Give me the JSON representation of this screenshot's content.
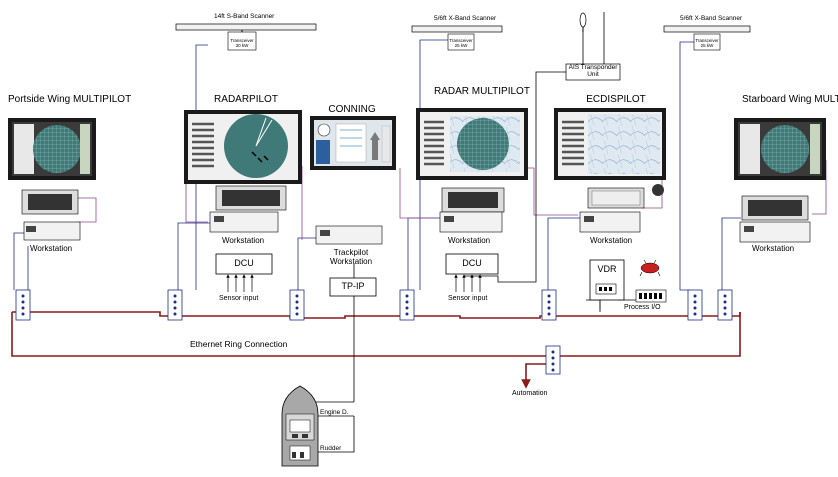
{
  "stations": [
    {
      "title": "Portside Wing MULTIPILOT",
      "workstation": "Workstation"
    },
    {
      "title": "RADARPILOT",
      "workstation": "Workstation"
    },
    {
      "title": "CONNING",
      "workstation": "Trackpilot Workstation"
    },
    {
      "title": "RADAR MULTIPILOT",
      "workstation": "Workstation"
    },
    {
      "title": "ECDISPILOT",
      "workstation": "Workstation"
    },
    {
      "title": "Starboard Wing MULTIPILOT",
      "workstation": "Workstation"
    }
  ],
  "scanners": [
    {
      "name": "14ft S-Band Scanner",
      "transceiver": "Transceiver 30 kW"
    },
    {
      "name": "5/6ft X-Band Scanner",
      "transceiver": "Transceiver 25 kW"
    },
    {
      "name": "5/6ft X-Band Scanner",
      "transceiver": "Transceiver 25 kW"
    }
  ],
  "ais": {
    "label": "AIS Transponder Unit"
  },
  "dcu": [
    {
      "label": "DCU",
      "sensor": "Sensor input"
    },
    {
      "label": "DCU",
      "sensor": "Sensor input"
    }
  ],
  "tpip": "TP-IP",
  "vdr": "VDR",
  "process_io": "Process I/O",
  "ring": "Ethernet Ring Connection",
  "automation": "Automation",
  "ship": {
    "engine": "Engine D.",
    "rudder": "Rudder"
  },
  "colors": {
    "ring": "#8b1a1a",
    "network": "#1c2e8a",
    "console": "#8e4a8c",
    "screen": "#3f7a78"
  }
}
